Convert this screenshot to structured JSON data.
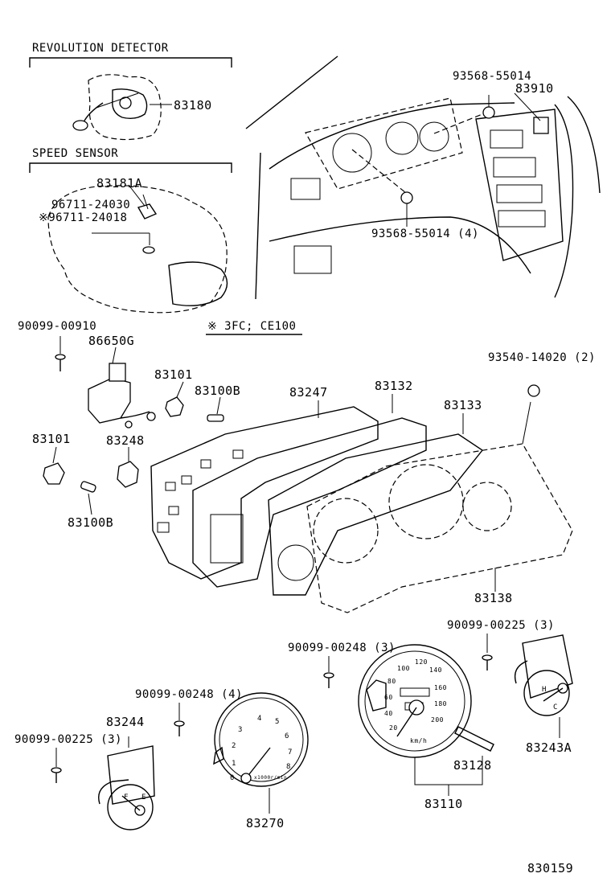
{
  "sections": {
    "revolution_detector": "REVOLUTION  DETECTOR",
    "speed_sensor": "SPEED  SENSOR",
    "note": "※ 3FC; CE100"
  },
  "parts": {
    "p83180": "83180",
    "p83181a": "83181A",
    "p96711_24030": "96711-24030",
    "p96711_24018": "※96711-24018",
    "p93568_55014_top": "93568-55014",
    "p83910": "83910",
    "p93568_55014_4": "93568-55014 (4)",
    "p90099_00910": "90099-00910",
    "p86650g": "86650G",
    "p83101_a": "83101",
    "p83100b_a": "83100B",
    "p83247": "83247",
    "p83132": "83132",
    "p93540_14020": "93540-14020 (2)",
    "p83133": "83133",
    "p83101_b": "83101",
    "p83248": "83248",
    "p83100b_b": "83100B",
    "p83138": "83138",
    "p90099_00225_right": "90099-00225 (3)",
    "p90099_00248_3": "90099-00248 (3)",
    "p90099_00248_4": "90099-00248 (4)",
    "p83244": "83244",
    "p90099_00225_left": "90099-00225 (3)",
    "p83270": "83270",
    "p83128": "83128",
    "p83243a": "83243A",
    "p83110": "83110"
  },
  "figure_number": "830159",
  "gauges": {
    "tach_numbers": [
      "0",
      "1",
      "2",
      "3",
      "4",
      "5",
      "6",
      "7",
      "8"
    ],
    "tach_unit": "x1000r/min",
    "speedo_numbers": [
      "20",
      "40",
      "60",
      "80",
      "100",
      "120",
      "140",
      "160",
      "180",
      "200"
    ],
    "speedo_unit": "km/h",
    "fuel_letter": "F",
    "fuel_letter_2": "E",
    "temp_letter": "H",
    "temp_letter_2": "C"
  }
}
